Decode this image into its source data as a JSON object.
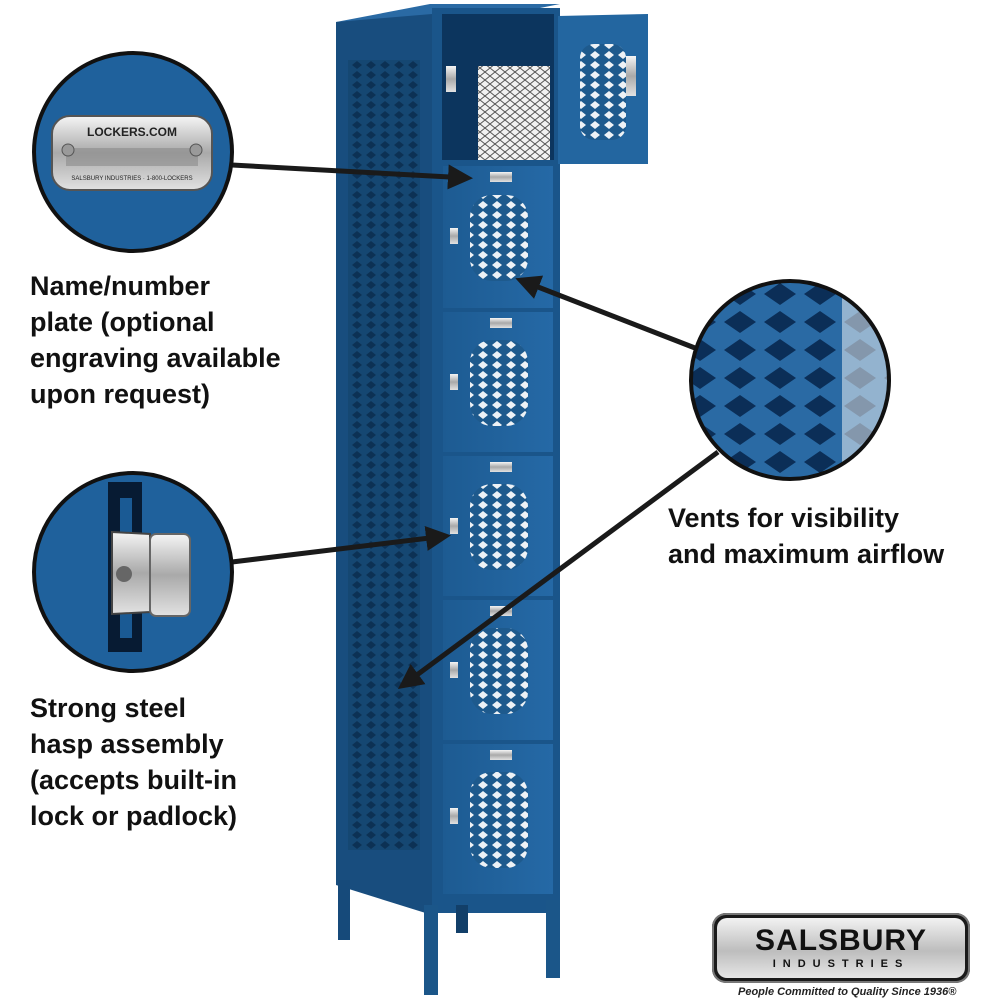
{
  "callouts": {
    "plate": {
      "lines": [
        "Name/number",
        "plate (optional",
        "engraving available",
        "upon request)"
      ]
    },
    "vents": {
      "lines": [
        "Vents for visibility",
        "and maximum airflow"
      ]
    },
    "hasp": {
      "lines": [
        "Strong steel",
        "hasp assembly",
        "(accepts built-in",
        "lock or padlock)"
      ]
    }
  },
  "nameplate": {
    "title": "LOCKERS.COM",
    "subtitle": "SALSBURY INDUSTRIES · 1-800-LOCKERS"
  },
  "logo": {
    "brand": "SALSBURY",
    "sub": "INDUSTRIES",
    "tagline": "People Committed to Quality Since 1936®"
  },
  "colors": {
    "locker_blue": "#1f5f95",
    "locker_dark": "#12406a",
    "background": "#ffffff",
    "text": "#111111"
  },
  "locker": {
    "tiers": 6,
    "top_door_open": true
  }
}
